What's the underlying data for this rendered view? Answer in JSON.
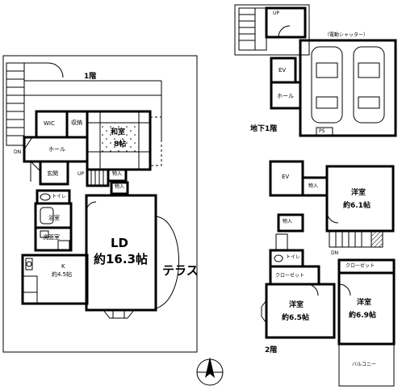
{
  "floors": {
    "f1": "1階",
    "b1": "地下1階",
    "f2": "2階"
  },
  "f1": {
    "wic": "WIC",
    "storage1": "収納",
    "washitsu": "和室",
    "washitsu_size": "8帖",
    "hall": "ホール",
    "gensai": "玄関",
    "up": "UP",
    "storage2": "物入",
    "storage3": "物入",
    "toilet": "トイレ",
    "bath": "浴室",
    "dressing": "洗面室",
    "ld": "LD",
    "ld_size": "約16.3帖",
    "terrace": "テラス",
    "kitchen": "K",
    "kitchen_size": "約4.5帖",
    "dn": "DN"
  },
  "b1": {
    "up": "UP",
    "ev": "EV",
    "hall": "ホール",
    "shutter": "（電動シャッター）",
    "ps": "PS"
  },
  "f2": {
    "ev": "EV",
    "storage1": "物入",
    "storage2": "物入",
    "room1": "洋室",
    "room1_size": "約6.1帖",
    "toilet": "トイレ",
    "dn": "DN",
    "closet1": "クローゼット",
    "closet2": "クローゼット",
    "room2": "洋室",
    "room2_size": "約6.5帖",
    "room3": "洋室",
    "room3_size": "約6.9帖",
    "balcony": "バルコニー"
  }
}
